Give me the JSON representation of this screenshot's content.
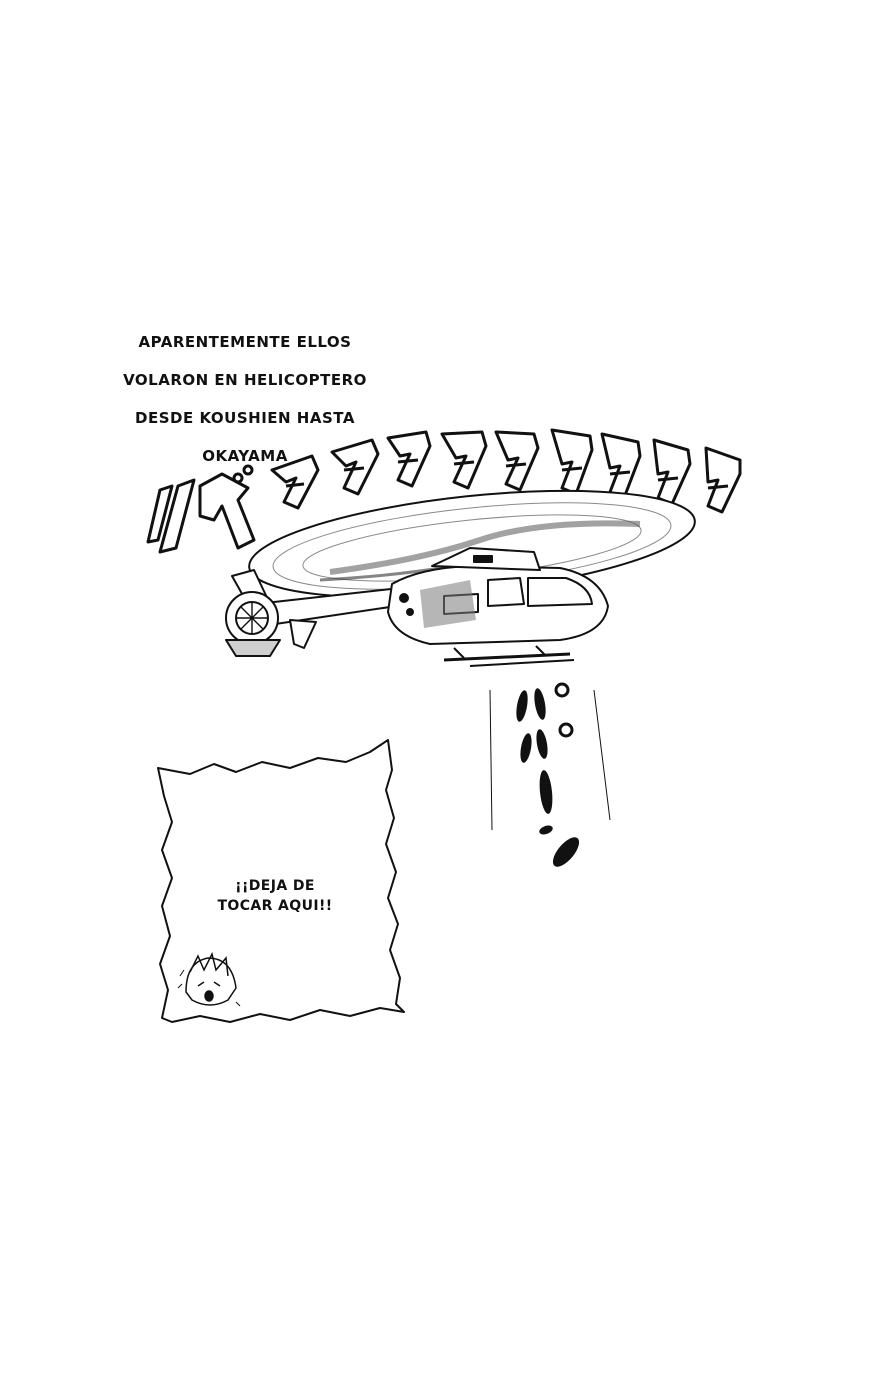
{
  "narration": {
    "lines": [
      "APARENTEMENTE ELLOS",
      "VOLARON EN HELICOPTERO",
      "DESDE KOUSHIEN HASTA",
      "OKAYAMA"
    ]
  },
  "speech_bubble": {
    "lines": [
      "¡¡DEJA DE",
      "TOCAR AQUI!!"
    ]
  },
  "sound_effects": {
    "rotor": "バタタタタタタタタタ",
    "drop": "パパーン"
  },
  "colors": {
    "ink": "#111111",
    "paper": "#ffffff",
    "tone": "#8a8a8a"
  }
}
